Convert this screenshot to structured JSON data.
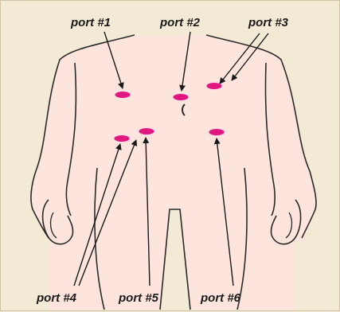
{
  "colors": {
    "background": "#f3ead5",
    "frame": "#cfc3a4",
    "body_fill": "#fde4dc",
    "outline": "#2a2a2a",
    "port_marker": "#e0177e"
  },
  "icons": [
    "torso-outline-icon",
    "port-marker-icon",
    "navel-icon"
  ],
  "labels": {
    "port1": "port #1",
    "port2": "port #2",
    "port3": "port #3",
    "port4": "port #4",
    "port5": "port #5",
    "port6": "port #6"
  }
}
